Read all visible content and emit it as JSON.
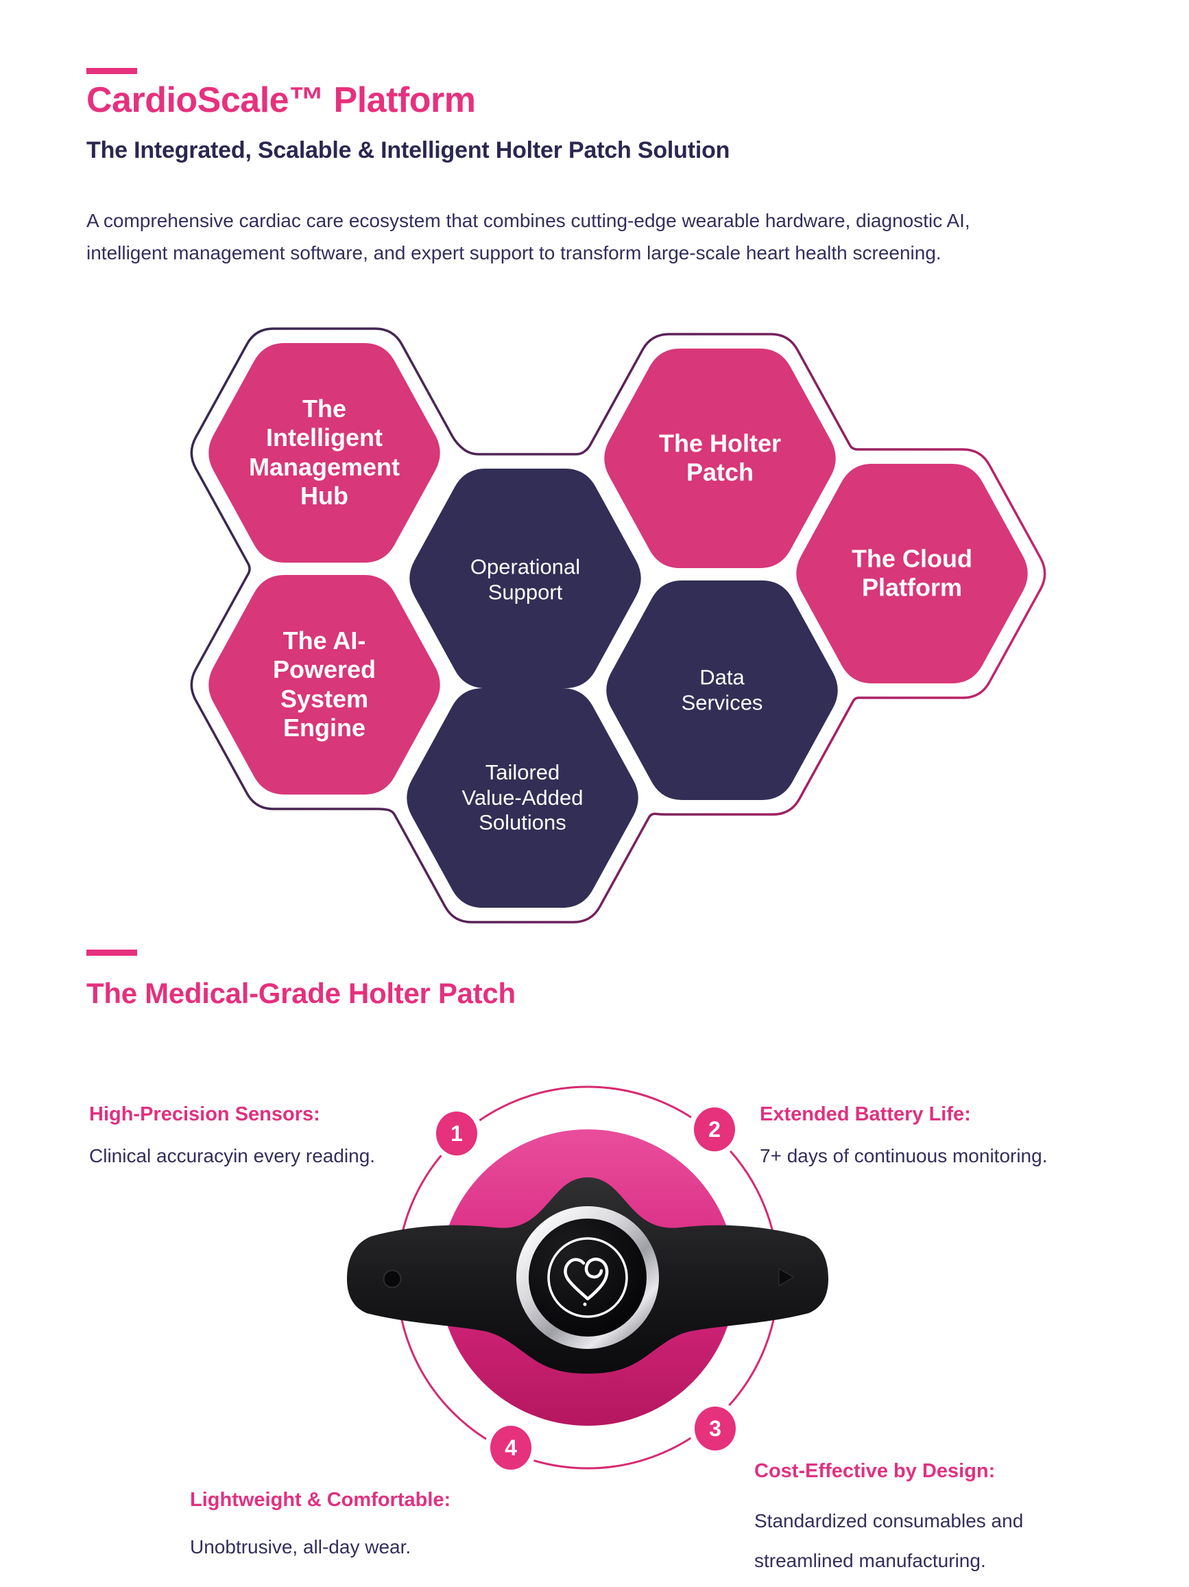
{
  "header": {
    "title": "CardioScale™ Platform",
    "subtitle": "The Integrated, Scalable & Intelligent Holter Patch Solution",
    "intro_lines": [
      "A comprehensive cardiac care ecosystem that combines cutting-edge wearable hardware, diagnostic AI,",
      "intelligent management software, and expert support to transform large-scale heart health screening."
    ]
  },
  "hexagons": [
    {
      "id": "management-hub",
      "lines": [
        "The",
        "Intelligent",
        "Management",
        "Hub"
      ],
      "color": "pink"
    },
    {
      "id": "operational-support",
      "lines": [
        "Operational",
        "Support"
      ],
      "color": "navy"
    },
    {
      "id": "holter-patch",
      "lines": [
        "The Holter",
        "Patch"
      ],
      "color": "pink"
    },
    {
      "id": "cloud-platform",
      "lines": [
        "The Cloud",
        "Platform"
      ],
      "color": "pink"
    },
    {
      "id": "data-services",
      "lines": [
        "Data",
        "Services"
      ],
      "color": "navy"
    },
    {
      "id": "ai-system-engine",
      "lines": [
        "The AI-",
        "Powered",
        "System",
        "Engine"
      ],
      "color": "pink"
    },
    {
      "id": "tailored-solutions",
      "lines": [
        "Tailored",
        "Value-Added",
        "Solutions"
      ],
      "color": "navy"
    }
  ],
  "section2": {
    "heading": "The Medical-Grade Holter Patch"
  },
  "features": [
    {
      "num": "1",
      "title": "High-Precision Sensors:",
      "lines": [
        "Clinical accuracyin every reading."
      ]
    },
    {
      "num": "2",
      "title": "Extended Battery Life:",
      "lines": [
        "7+ days of continuous monitoring."
      ]
    },
    {
      "num": "3",
      "title": "Cost-Effective by Design:",
      "lines": [
        "Standardized consumables and",
        "streamlined manufacturing."
      ]
    },
    {
      "num": "4",
      "title": "Lightweight & Comfortable:",
      "lines": [
        "Unobtrusive, all-day wear."
      ]
    }
  ],
  "icons": {
    "device_logo": "heart-outline-icon"
  },
  "colors": {
    "accent_pink": "#E6317D",
    "hex_pink": "#D83779",
    "hex_navy": "#322E56",
    "text_navy": "#332E5B",
    "ring_pink": "#D62A72",
    "disc_dark_pink": "#B5175F"
  }
}
